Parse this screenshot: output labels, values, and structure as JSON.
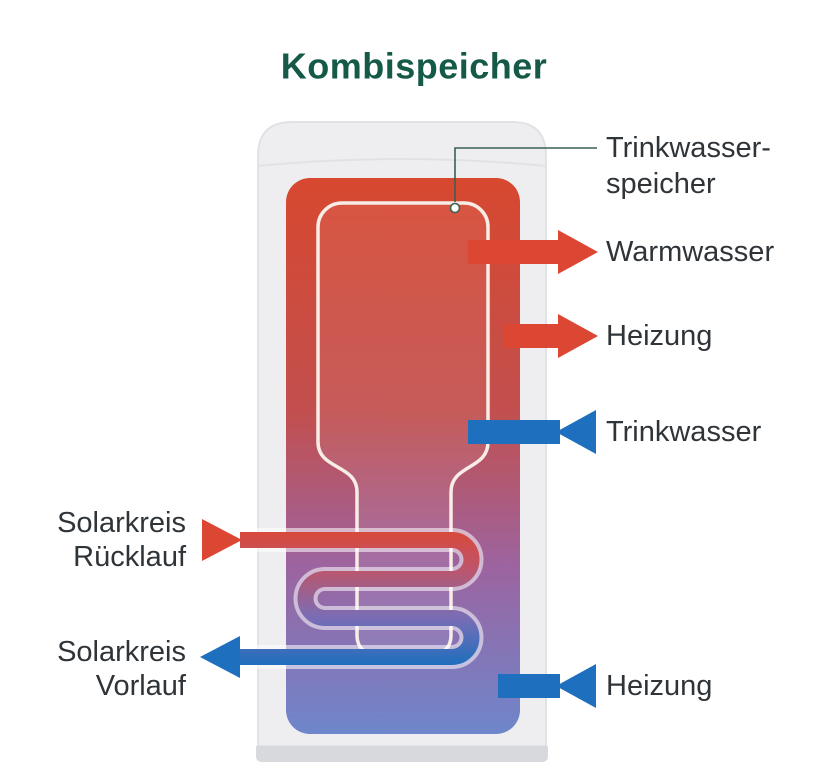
{
  "title": "Kombispeicher",
  "colors": {
    "title": "#155a49",
    "text": "#2f3439",
    "hot": "#dc4733",
    "cold": "#1e6fbd",
    "gradient_top": "#d7482f",
    "gradient_mid1": "#c24f4e",
    "gradient_mid2": "#9c64a0",
    "gradient_bottom": "#6e86cb",
    "coil_mid1": "#c05468",
    "coil_mid2": "#7a6db5",
    "inner_outline": "#f8ece6",
    "pointer_line": "#3a6152"
  },
  "labels": {
    "inner_tank": {
      "line1": "Trinkwasser-",
      "line2": "speicher"
    },
    "warm_water_out": "Warmwasser",
    "heating_out": "Heizung",
    "drinking_water_in": "Trinkwasser",
    "solar_return": {
      "line1": "Solarkreis",
      "line2": "Rücklauf"
    },
    "solar_flow": {
      "line1": "Solarkreis",
      "line2": "Vorlauf"
    },
    "heating_in": "Heizung"
  },
  "flows": [
    {
      "label": "Warmwasser",
      "side": "right",
      "direction": "out",
      "color": "hot"
    },
    {
      "label": "Heizung",
      "side": "right",
      "direction": "out",
      "color": "hot"
    },
    {
      "label": "Trinkwasser",
      "side": "right",
      "direction": "in",
      "color": "cold"
    },
    {
      "label": "Solarkreis Rücklauf",
      "side": "left",
      "direction": "in",
      "color": "hot"
    },
    {
      "label": "Solarkreis Vorlauf",
      "side": "left",
      "direction": "out",
      "color": "cold"
    },
    {
      "label": "Heizung",
      "side": "right",
      "direction": "in",
      "color": "cold"
    }
  ]
}
